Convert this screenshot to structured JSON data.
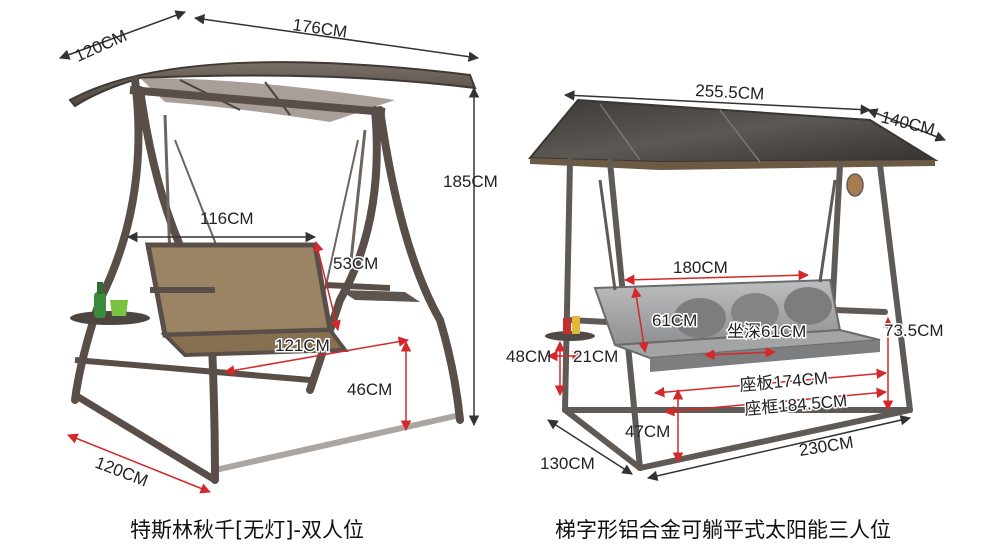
{
  "left_product": {
    "caption": "特斯林秋千[无灯]-双人位",
    "dimensions": {
      "canopy_depth": "120CM",
      "canopy_width": "176CM",
      "height": "185CM",
      "seat_width": "116CM",
      "backrest": "53CM",
      "frame_width": "121CM",
      "seat_height": "46CM",
      "base_depth": "120CM"
    }
  },
  "right_product": {
    "caption": "梯字形铝合金可躺平式太阳能三人位",
    "dimensions": {
      "canopy_width": "255.5CM",
      "canopy_depth": "140CM",
      "seat_width": "180CM",
      "back_height": "61CM",
      "seat_depth": "坐深61CM",
      "armrest": "73.5CM",
      "table_height": "48CM",
      "table_width": "21CM",
      "seat_board": "座板174CM",
      "seat_frame": "座框184.5CM",
      "seat_height": "47CM",
      "base_depth": "130CM",
      "base_width": "230CM"
    }
  },
  "colors": {
    "frame": "#5a4f48",
    "canopy": "#6b625b",
    "fabric": "#9b8464",
    "cushion": "#a9aaab",
    "dimension_line": "#d4282a",
    "guide_line": "#333333"
  }
}
